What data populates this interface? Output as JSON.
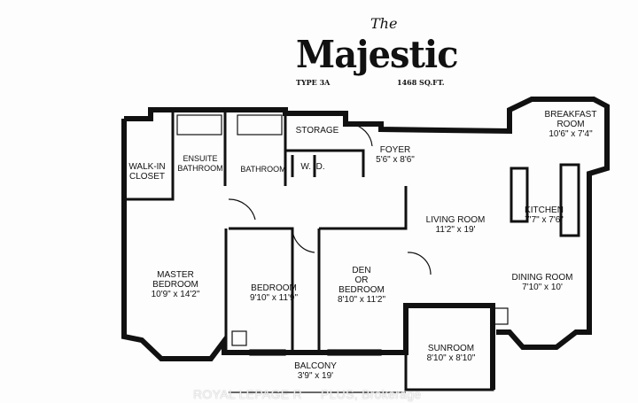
{
  "header": {
    "prefix": "The",
    "title": "Majestic",
    "type": "TYPE 3A",
    "area": "1468 SQ.FT."
  },
  "rooms": {
    "storage": "STORAGE",
    "foyer": "FOYER\n5'6\" x 8'6\"",
    "breakfast": "BREAKFAST\nROOM\n10'6\" x 7'4\"",
    "walkin": "WALK-IN\nCLOSET",
    "ensuite": "ENSUITE\nBATHROOM",
    "bathroom": "BATHROOM",
    "wd": "W.  D.",
    "living": "LIVING ROOM\n11'2\" x 19'",
    "kitchen": "KITCHEN\n7'7\" x 7'6\"",
    "master": "MASTER\nBEDROOM\n10'9\" x 14'2\"",
    "bedroom": "BEDROOM\n9'10\" x 11'9\"",
    "den": "DEN\nOR\nBEDROOM\n8'10\" x 11'2\"",
    "dining": "DINING ROOM\n7'10\" x 10'",
    "sunroom": "SUNROOM\n8'10\" x 8'10\"",
    "balcony": "BALCONY\n3'9\" x 19'"
  },
  "watermark": "ROYAL LEPAGE R     PLUS, Brokerage",
  "colors": {
    "wall": "#111111",
    "paper": "#fdfdfd"
  }
}
